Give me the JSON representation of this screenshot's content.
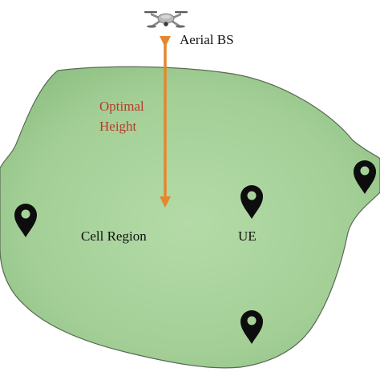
{
  "labels": {
    "aerial_bs": "Aerial BS",
    "optimal_height_line1": "Optimal",
    "optimal_height_line2": "Height",
    "cell_region": "Cell Region",
    "ue": "UE"
  },
  "colors": {
    "region_fill": "#a6d29a",
    "region_stroke": "#5a6a55",
    "arrow": "#e6862e",
    "optimal_height_text": "#b83a2a",
    "pin": "#0d0d0d",
    "text": "#111111"
  },
  "icons": {
    "drone": "drone-icon",
    "user_pin": "location-pin-icon"
  }
}
